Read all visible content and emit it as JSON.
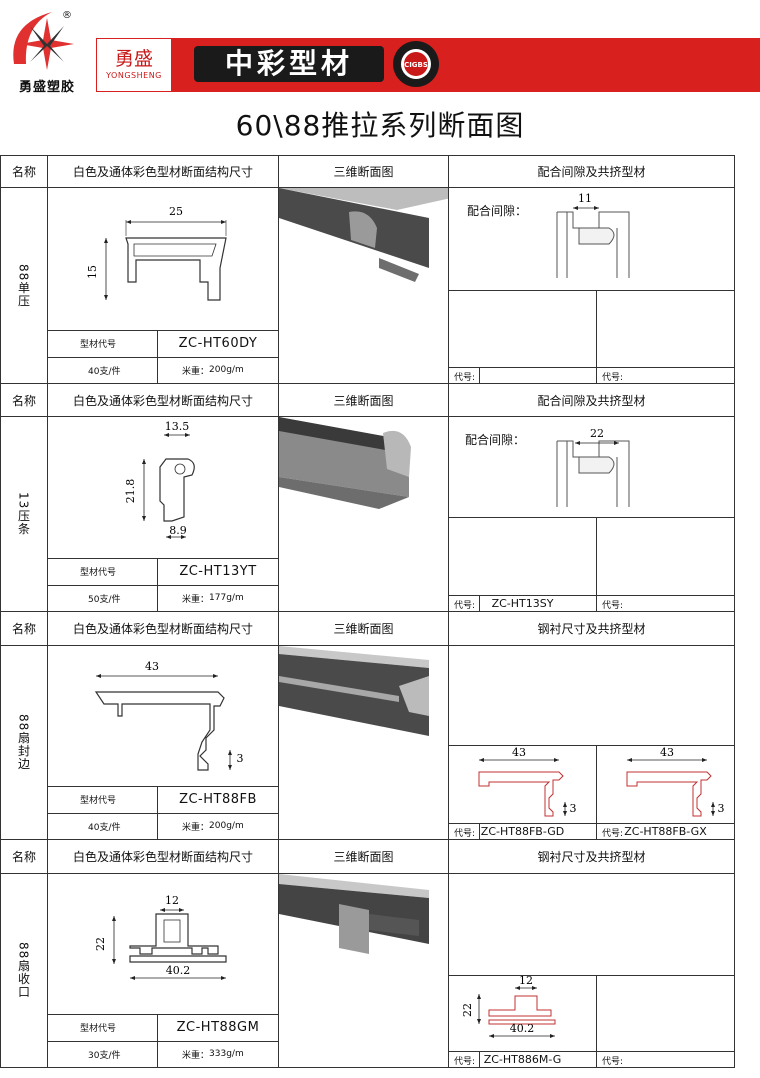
{
  "header": {
    "logo_text": "勇盛塑胶",
    "brand_cn": "勇盛",
    "brand_en": "YONGSHENG",
    "band_title": "中彩型材",
    "seal_text": "CIGBS",
    "registered_mark": "®"
  },
  "page_title": "60\\88推拉系列断面图",
  "columns": {
    "name": "名称",
    "section": "白色及通体彩色型材断面结构尺寸",
    "view3d": "三维断面图",
    "fit": "配合间隙及共挤型材",
    "liner": "钢衬尺寸及共挤型材"
  },
  "labels": {
    "type_code": "型材代号",
    "unit_weight_prefix": "米重：",
    "fit_gap": "配合间隙：",
    "code_prefix": "代号:"
  },
  "rows": [
    {
      "name": "88单压",
      "code": "ZC-HT60DY",
      "count": "40支/件",
      "weight": "200g/m",
      "dims": [
        "25",
        "15"
      ],
      "right_dim": "11",
      "right_codes": [
        "",
        ""
      ]
    },
    {
      "name": "13压条",
      "code": "ZC-HT13YT",
      "count": "50支/件",
      "weight": "177g/m",
      "dims": [
        "13.5",
        "21.8",
        "8.9"
      ],
      "right_dim": "22",
      "right_codes": [
        "ZC-HT13SY",
        ""
      ]
    },
    {
      "name": "88扇封边",
      "code": "ZC-HT88FB",
      "count": "40支/件",
      "weight": "200g/m",
      "dims": [
        "43",
        "3"
      ],
      "right_dims": [
        "43",
        "3",
        "43",
        "3"
      ],
      "right_codes": [
        "ZC-HT88FB-GD",
        "ZC-HT88FB-GX"
      ]
    },
    {
      "name": "88扇收口",
      "code": "ZC-HT88GM",
      "count": "30支/件",
      "weight": "333g/m",
      "dims": [
        "12",
        "22",
        "40.2"
      ],
      "right_dims": [
        "12",
        "22",
        "40.2"
      ],
      "right_codes": [
        "ZC-HT886M-G",
        ""
      ]
    }
  ]
}
